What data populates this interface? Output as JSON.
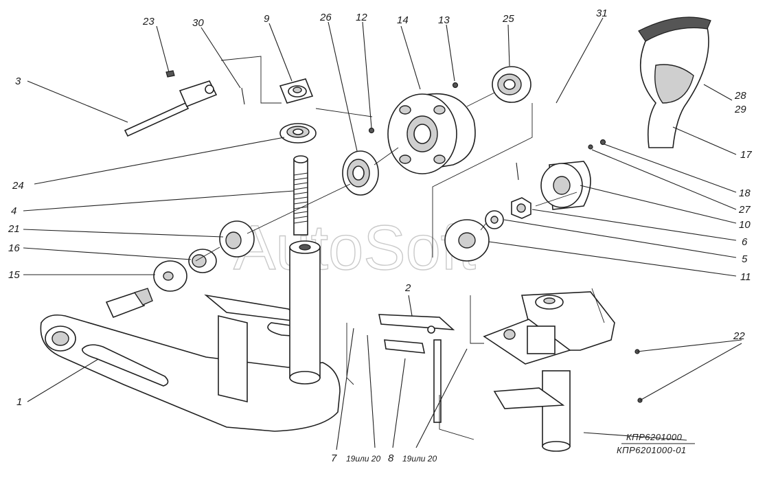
{
  "labels": {
    "l1": "1",
    "l2": "2",
    "l3": "3",
    "l4": "4",
    "l5": "5",
    "l6": "6",
    "l7": "7",
    "l8": "8",
    "l9": "9",
    "l10": "10",
    "l11": "11",
    "l12": "12",
    "l13": "13",
    "l14": "14",
    "l15": "15",
    "l16": "16",
    "l17": "17",
    "l18": "18",
    "l19a": "19или 20",
    "l19b": "19или 20",
    "l21": "21",
    "l22": "22",
    "l23": "23",
    "l24": "24",
    "l25": "25",
    "l26": "26",
    "l27": "27",
    "l2829a": "28",
    "l2829b": "29",
    "l30": "30",
    "l31": "31"
  },
  "codes": {
    "code1": "КПР6201000",
    "code2": "КПР6201000-01"
  },
  "watermark": "AutoSoft"
}
